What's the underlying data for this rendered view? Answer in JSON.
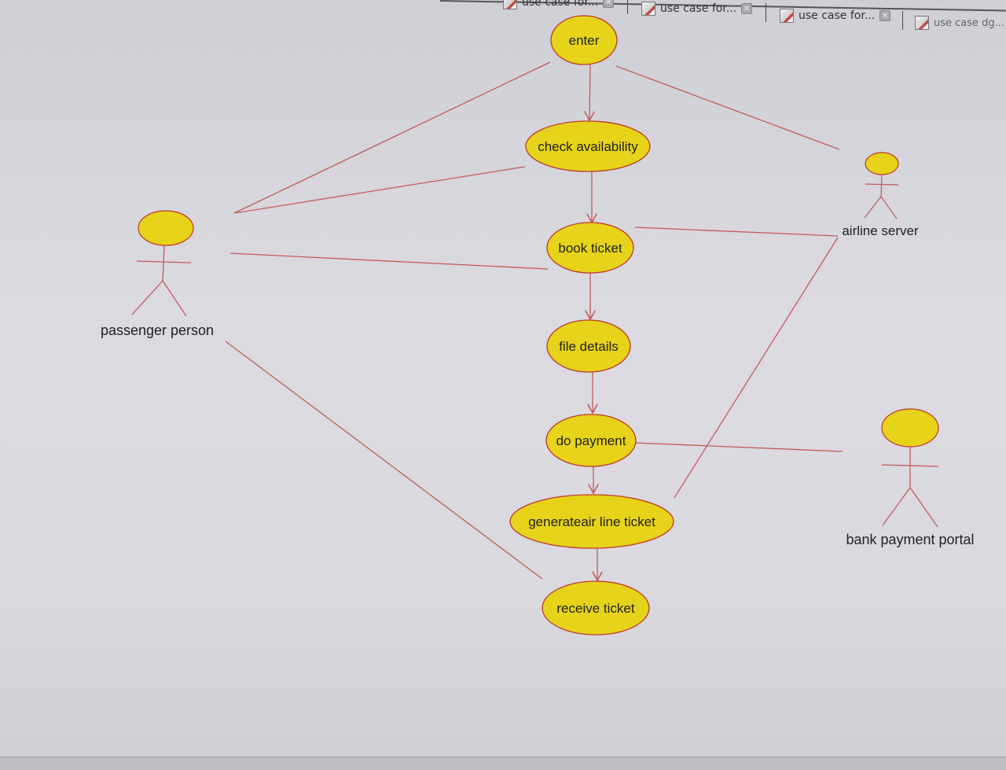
{
  "tabs": [
    {
      "label": "use case for..."
    },
    {
      "label": "use case for..."
    },
    {
      "label": "use case for..."
    },
    {
      "label": "use case dg..."
    }
  ],
  "tab_close_glyph": "✕",
  "use_cases": {
    "enter": "enter",
    "check_availability": "check availability",
    "book_ticket": "book ticket",
    "file_details": "file details",
    "do_payment": "do payment",
    "generate_ticket": "generateair line ticket",
    "receive_ticket": "receive ticket"
  },
  "actors": {
    "passenger": "passenger person",
    "airline_server": "airline server",
    "bank_portal": "bank payment portal"
  },
  "colors": {
    "usecase_fill": "#e6d31a",
    "usecase_stroke": "#c0392b",
    "actor_head": "#e6d31a",
    "line": "#c45a5a"
  }
}
